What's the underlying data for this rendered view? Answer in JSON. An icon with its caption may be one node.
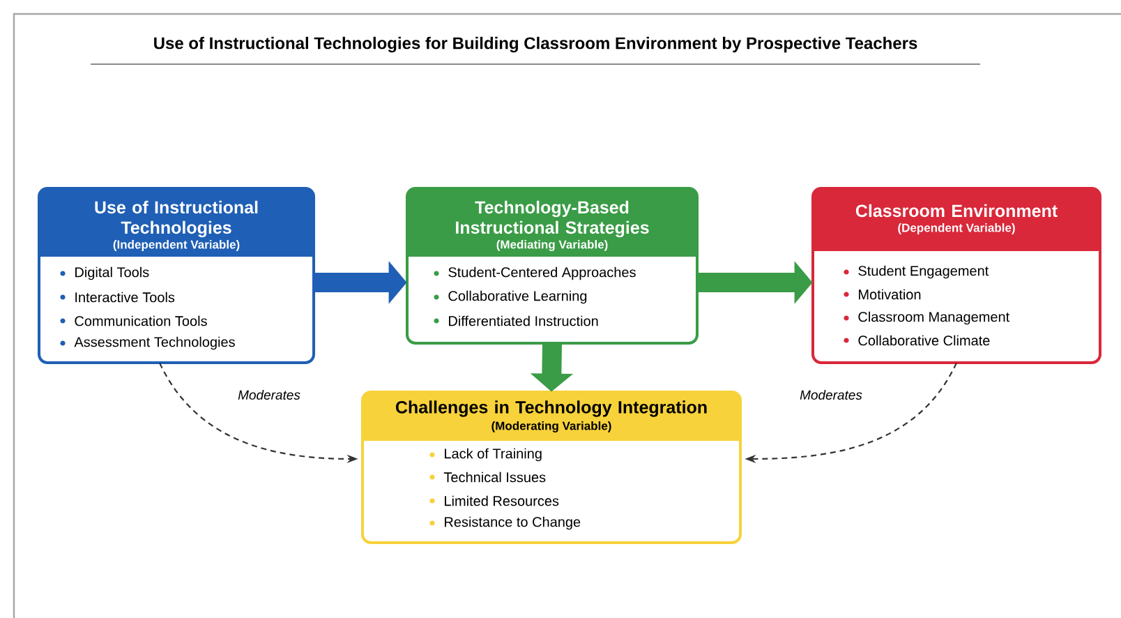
{
  "diagram": {
    "title": "Use of Instructional Technologies for Building Classroom Environment by Prospective Teachers",
    "nodes": [
      {
        "text": [
          "Use of Instructional Technologies",
          "(Independent Variable)",
          "Digital Tools",
          "Interactive Tools",
          "Communication Tools",
          "Assessment Technologies"
        ]
      },
      {
        "text": [
          "Technology-Based Instructional Strategies",
          "(Mediating Variable)",
          "Student-Centered Approaches",
          "Collaborative Learning",
          "Differentiated Instruction"
        ]
      },
      {
        "text": [
          "Classroom Environment",
          "(Dependent Variable)",
          "Student Engagement",
          "Motivation",
          "Classroom Management",
          "Collaborative Climate"
        ]
      },
      {
        "text": [
          "Challenges in Technology Integration",
          "(Moderating Variable)",
          "Lack of Training",
          "Technical Issues",
          "Limited Resources",
          "Resistance to Change"
        ]
      }
    ],
    "edges": [
      {
        "from": 0,
        "to": 1,
        "arrow": "to",
        "color": "#1f5fb5"
      },
      {
        "from": 1,
        "to": 2,
        "arrow": "to",
        "color": "#3a9c46"
      },
      {
        "from": 1,
        "to": 3,
        "arrow": "to",
        "color": "#3a9c46"
      },
      {
        "from": 0,
        "to": 3,
        "arrow": "to",
        "style": "dashed",
        "color": "#333333",
        "label": "Moderates"
      },
      {
        "from": 2,
        "to": 3,
        "arrow": "to",
        "style": "dashed",
        "color": "#333333",
        "label": "Moderates"
      }
    ]
  }
}
